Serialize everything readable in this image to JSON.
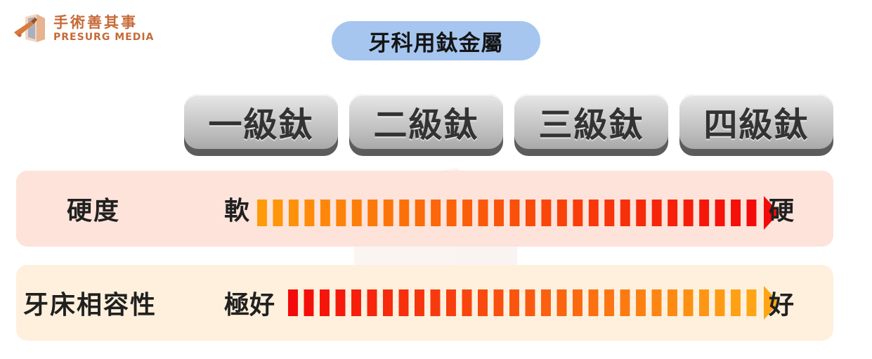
{
  "logo": {
    "name_zh": "手術善其事",
    "name_en": "PRESURG MEDIA"
  },
  "title": "牙科用鈦金屬",
  "grades": [
    "一級鈦",
    "二級鈦",
    "三級鈦",
    "四級鈦"
  ],
  "rows": [
    {
      "label": "硬度",
      "start_label": "軟",
      "end_label": "硬",
      "gradient": {
        "from": "#ff9a0a",
        "to": "#f40a0a"
      }
    },
    {
      "label": "牙床相容性",
      "start_label": "極好",
      "end_label": "好",
      "gradient": {
        "from": "#f40a0a",
        "to": "#ffa515"
      }
    }
  ]
}
